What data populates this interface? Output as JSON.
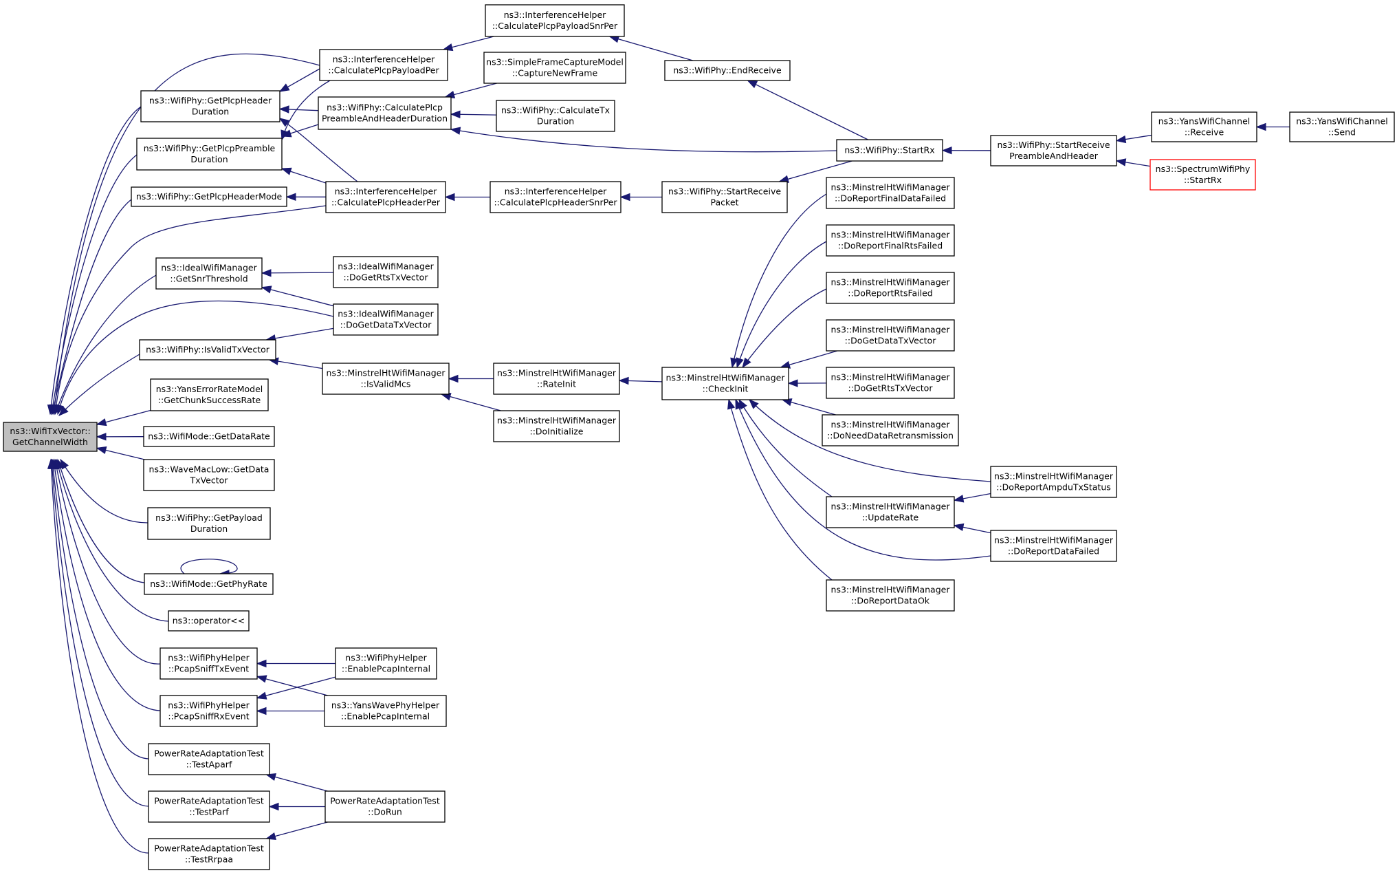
{
  "colors": {
    "edge": "#191970",
    "node_border": "#000000",
    "root_fill": "#bfbfbf",
    "truncated_border": "#ff0000",
    "background": "#ffffff"
  },
  "nodes": [
    {
      "id": "root",
      "lines": [
        "ns3::WifiTxVector::",
        "GetChannelWidth"
      ],
      "root": true
    },
    {
      "id": "getPlcpHeaderDuration",
      "lines": [
        "ns3::WifiPhy::GetPlcpHeader",
        "Duration"
      ]
    },
    {
      "id": "getPlcpPreambleDuration",
      "lines": [
        "ns3::WifiPhy::GetPlcpPreamble",
        "Duration"
      ]
    },
    {
      "id": "getPlcpHeaderMode",
      "lines": [
        "ns3::WifiPhy::GetPlcpHeaderMode"
      ]
    },
    {
      "id": "idealGetSnrThreshold",
      "lines": [
        "ns3::IdealWifiManager",
        "::GetSnrThreshold"
      ]
    },
    {
      "id": "isValidTxVector",
      "lines": [
        "ns3::WifiPhy::IsValidTxVector"
      ]
    },
    {
      "id": "yansGetChunkSuccessRate",
      "lines": [
        "ns3::YansErrorRateModel",
        "::GetChunkSuccessRate"
      ]
    },
    {
      "id": "modeGetDataRate",
      "lines": [
        "ns3::WifiMode::GetDataRate"
      ]
    },
    {
      "id": "waveGetDataTxVector",
      "lines": [
        "ns3::WaveMacLow::GetData",
        "TxVector"
      ]
    },
    {
      "id": "getPayloadDuration",
      "lines": [
        "ns3::WifiPhy::GetPayload",
        "Duration"
      ]
    },
    {
      "id": "modeGetPhyRate",
      "lines": [
        "ns3::WifiMode::GetPhyRate"
      ]
    },
    {
      "id": "operatorShl",
      "lines": [
        "ns3::operator<<"
      ]
    },
    {
      "id": "pcapSniffTxEvent",
      "lines": [
        "ns3::WifiPhyHelper",
        "::PcapSniffTxEvent"
      ]
    },
    {
      "id": "pcapSniffRxEvent",
      "lines": [
        "ns3::WifiPhyHelper",
        "::PcapSniffRxEvent"
      ]
    },
    {
      "id": "testAparf",
      "lines": [
        "PowerRateAdaptationTest",
        "::TestAparf"
      ]
    },
    {
      "id": "testParf",
      "lines": [
        "PowerRateAdaptationTest",
        "::TestParf"
      ]
    },
    {
      "id": "testRrpaa",
      "lines": [
        "PowerRateAdaptationTest",
        "::TestRrpaa"
      ]
    },
    {
      "id": "calcPlcpPayloadPer",
      "lines": [
        "ns3::InterferenceHelper",
        "::CalculatePlcpPayloadPer"
      ]
    },
    {
      "id": "calcPlcpPreambleAndHeaderDuration",
      "lines": [
        "ns3::WifiPhy::CalculatePlcp",
        "PreambleAndHeaderDuration"
      ]
    },
    {
      "id": "calcPlcpHeaderPer",
      "lines": [
        "ns3::InterferenceHelper",
        "::CalculatePlcpHeaderPer"
      ]
    },
    {
      "id": "idealDoGetRtsTxVector",
      "lines": [
        "ns3::IdealWifiManager",
        "::DoGetRtsTxVector"
      ]
    },
    {
      "id": "idealDoGetDataTxVector",
      "lines": [
        "ns3::IdealWifiManager",
        "::DoGetDataTxVector"
      ]
    },
    {
      "id": "minstrelIsValidMcs",
      "lines": [
        "ns3::MinstrelHtWifiManager",
        "::IsValidMcs"
      ]
    },
    {
      "id": "enablePcapInternalWifi",
      "lines": [
        "ns3::WifiPhyHelper",
        "::EnablePcapInternal"
      ]
    },
    {
      "id": "enablePcapInternalWave",
      "lines": [
        "ns3::YansWavePhyHelper",
        "::EnablePcapInternal"
      ]
    },
    {
      "id": "powerDoRun",
      "lines": [
        "PowerRateAdaptationTest",
        "::DoRun"
      ]
    },
    {
      "id": "calcPlcpPayloadSnrPer",
      "lines": [
        "ns3::InterferenceHelper",
        "::CalculatePlcpPayloadSnrPer"
      ]
    },
    {
      "id": "simpleCaptureNewFrame",
      "lines": [
        "ns3::SimpleFrameCaptureModel",
        "::CaptureNewFrame"
      ]
    },
    {
      "id": "calcTxDuration",
      "lines": [
        "ns3::WifiPhy::CalculateTx",
        "Duration"
      ]
    },
    {
      "id": "calcPlcpHeaderSnrPer",
      "lines": [
        "ns3::InterferenceHelper",
        "::CalculatePlcpHeaderSnrPer"
      ]
    },
    {
      "id": "minstrelRateInit",
      "lines": [
        "ns3::MinstrelHtWifiManager",
        "::RateInit"
      ]
    },
    {
      "id": "minstrelDoInitialize",
      "lines": [
        "ns3::MinstrelHtWifiManager",
        "::DoInitialize"
      ]
    },
    {
      "id": "endReceive",
      "lines": [
        "ns3::WifiPhy::EndReceive"
      ]
    },
    {
      "id": "startReceivePacket",
      "lines": [
        "ns3::WifiPhy::StartReceive",
        "Packet"
      ]
    },
    {
      "id": "minstrelCheckInit",
      "lines": [
        "ns3::MinstrelHtWifiManager",
        "::CheckInit"
      ]
    },
    {
      "id": "startRx",
      "lines": [
        "ns3::WifiPhy::StartRx"
      ]
    },
    {
      "id": "mDoReportFinalDataFailed",
      "lines": [
        "ns3::MinstrelHtWifiManager",
        "::DoReportFinalDataFailed"
      ]
    },
    {
      "id": "mDoReportFinalRtsFailed",
      "lines": [
        "ns3::MinstrelHtWifiManager",
        "::DoReportFinalRtsFailed"
      ]
    },
    {
      "id": "mDoReportRtsFailed",
      "lines": [
        "ns3::MinstrelHtWifiManager",
        "::DoReportRtsFailed"
      ]
    },
    {
      "id": "mDoGetDataTxVector",
      "lines": [
        "ns3::MinstrelHtWifiManager",
        "::DoGetDataTxVector"
      ]
    },
    {
      "id": "mDoGetRtsTxVector",
      "lines": [
        "ns3::MinstrelHtWifiManager",
        "::DoGetRtsTxVector"
      ]
    },
    {
      "id": "mDoNeedDataRetransmission",
      "lines": [
        "ns3::MinstrelHtWifiManager",
        "::DoNeedDataRetransmission"
      ]
    },
    {
      "id": "mUpdateRate",
      "lines": [
        "ns3::MinstrelHtWifiManager",
        "::UpdateRate"
      ]
    },
    {
      "id": "mDoReportDataOk",
      "lines": [
        "ns3::MinstrelHtWifiManager",
        "::DoReportDataOk"
      ]
    },
    {
      "id": "startReceivePreambleAndHeader",
      "lines": [
        "ns3::WifiPhy::StartReceive",
        "PreambleAndHeader"
      ]
    },
    {
      "id": "mDoReportAmpduTxStatus",
      "lines": [
        "ns3::MinstrelHtWifiManager",
        "::DoReportAmpduTxStatus"
      ]
    },
    {
      "id": "mDoReportDataFailed",
      "lines": [
        "ns3::MinstrelHtWifiManager",
        "::DoReportDataFailed"
      ]
    },
    {
      "id": "yansChannelReceive",
      "lines": [
        "ns3::YansWifiChannel",
        "::Receive"
      ]
    },
    {
      "id": "spectrumStartRx",
      "lines": [
        "ns3::SpectrumWifiPhy",
        "::StartRx"
      ],
      "truncated": true
    },
    {
      "id": "yansChannelSend",
      "lines": [
        "ns3::YansWifiChannel",
        "::Send"
      ]
    }
  ],
  "edges": [
    [
      "getPlcpHeaderDuration",
      "root"
    ],
    [
      "getPlcpPreambleDuration",
      "root"
    ],
    [
      "getPlcpHeaderMode",
      "root"
    ],
    [
      "idealGetSnrThreshold",
      "root"
    ],
    [
      "isValidTxVector",
      "root"
    ],
    [
      "yansGetChunkSuccessRate",
      "root"
    ],
    [
      "modeGetDataRate",
      "root"
    ],
    [
      "waveGetDataTxVector",
      "root"
    ],
    [
      "getPayloadDuration",
      "root"
    ],
    [
      "modeGetPhyRate",
      "root"
    ],
    [
      "operatorShl",
      "root"
    ],
    [
      "pcapSniffTxEvent",
      "root"
    ],
    [
      "pcapSniffRxEvent",
      "root"
    ],
    [
      "testAparf",
      "root"
    ],
    [
      "testParf",
      "root"
    ],
    [
      "testRrpaa",
      "root"
    ],
    [
      "calcPlcpPayloadPer",
      "root"
    ],
    [
      "calcPlcpHeaderPer",
      "root"
    ],
    [
      "idealDoGetDataTxVector",
      "root"
    ],
    [
      "modeGetPhyRate",
      "modeGetPhyRate"
    ],
    [
      "calcPlcpPayloadPer",
      "getPlcpHeaderDuration"
    ],
    [
      "calcPlcpPreambleAndHeaderDuration",
      "getPlcpHeaderDuration"
    ],
    [
      "calcPlcpHeaderPer",
      "getPlcpHeaderDuration"
    ],
    [
      "calcPlcpPayloadPer",
      "getPlcpPreambleDuration"
    ],
    [
      "calcPlcpPreambleAndHeaderDuration",
      "getPlcpPreambleDuration"
    ],
    [
      "calcPlcpHeaderPer",
      "getPlcpPreambleDuration"
    ],
    [
      "calcPlcpHeaderPer",
      "getPlcpHeaderMode"
    ],
    [
      "idealDoGetRtsTxVector",
      "idealGetSnrThreshold"
    ],
    [
      "idealDoGetDataTxVector",
      "idealGetSnrThreshold"
    ],
    [
      "idealDoGetDataTxVector",
      "isValidTxVector"
    ],
    [
      "minstrelIsValidMcs",
      "isValidTxVector"
    ],
    [
      "enablePcapInternalWifi",
      "pcapSniffTxEvent"
    ],
    [
      "enablePcapInternalWave",
      "pcapSniffTxEvent"
    ],
    [
      "enablePcapInternalWifi",
      "pcapSniffRxEvent"
    ],
    [
      "enablePcapInternalWave",
      "pcapSniffRxEvent"
    ],
    [
      "powerDoRun",
      "testAparf"
    ],
    [
      "powerDoRun",
      "testParf"
    ],
    [
      "powerDoRun",
      "testRrpaa"
    ],
    [
      "calcPlcpPayloadSnrPer",
      "calcPlcpPayloadPer"
    ],
    [
      "simpleCaptureNewFrame",
      "calcPlcpPreambleAndHeaderDuration"
    ],
    [
      "calcTxDuration",
      "calcPlcpPreambleAndHeaderDuration"
    ],
    [
      "startRx",
      "calcPlcpPreambleAndHeaderDuration"
    ],
    [
      "calcPlcpHeaderSnrPer",
      "calcPlcpHeaderPer"
    ],
    [
      "minstrelRateInit",
      "minstrelIsValidMcs"
    ],
    [
      "minstrelDoInitialize",
      "minstrelIsValidMcs"
    ],
    [
      "endReceive",
      "calcPlcpPayloadSnrPer"
    ],
    [
      "startReceivePacket",
      "calcPlcpHeaderSnrPer"
    ],
    [
      "minstrelCheckInit",
      "minstrelRateInit"
    ],
    [
      "startRx",
      "endReceive"
    ],
    [
      "startRx",
      "startReceivePacket"
    ],
    [
      "mDoReportFinalDataFailed",
      "minstrelCheckInit"
    ],
    [
      "mDoReportFinalRtsFailed",
      "minstrelCheckInit"
    ],
    [
      "mDoReportRtsFailed",
      "minstrelCheckInit"
    ],
    [
      "mDoGetDataTxVector",
      "minstrelCheckInit"
    ],
    [
      "mDoGetRtsTxVector",
      "minstrelCheckInit"
    ],
    [
      "mDoNeedDataRetransmission",
      "minstrelCheckInit"
    ],
    [
      "mUpdateRate",
      "minstrelCheckInit"
    ],
    [
      "mDoReportAmpduTxStatus",
      "minstrelCheckInit"
    ],
    [
      "mDoReportDataFailed",
      "minstrelCheckInit"
    ],
    [
      "mDoReportDataOk",
      "minstrelCheckInit"
    ],
    [
      "mDoReportAmpduTxStatus",
      "mUpdateRate"
    ],
    [
      "mDoReportDataFailed",
      "mUpdateRate"
    ],
    [
      "startReceivePreambleAndHeader",
      "startRx"
    ],
    [
      "yansChannelReceive",
      "startReceivePreambleAndHeader"
    ],
    [
      "spectrumStartRx",
      "startReceivePreambleAndHeader"
    ],
    [
      "yansChannelSend",
      "yansChannelReceive"
    ]
  ]
}
